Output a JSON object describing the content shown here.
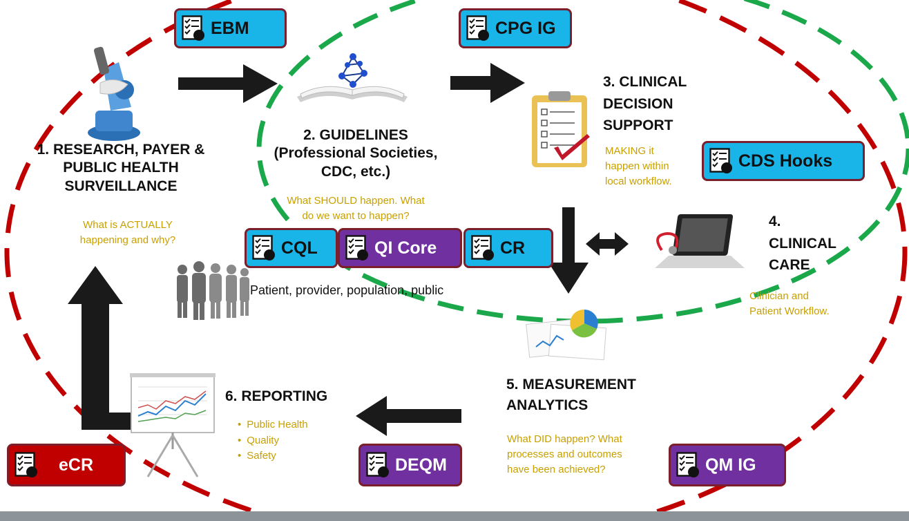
{
  "badges": {
    "ebm": "EBM",
    "cpg_ig": "CPG IG",
    "cds_hooks": "CDS Hooks",
    "cql": "CQL",
    "qi_core": "QI Core",
    "cr": "CR",
    "ecr": "eCR",
    "deqm": "DEQM",
    "qm_ig": "QM IG"
  },
  "steps": {
    "research": {
      "title_lines": [
        "1. RESEARCH, PAYER &",
        "PUBLIC HEALTH",
        "SURVEILLANCE"
      ],
      "note_lines": [
        "What is ACTUALLY",
        "happening and why?"
      ]
    },
    "guidelines": {
      "title_lines": [
        "2. GUIDELINES",
        "(Professional Societies,",
        "CDC, etc.)"
      ],
      "note_lines": [
        "What SHOULD happen. What",
        "do we want to happen?"
      ]
    },
    "cds": {
      "title_lines": [
        "3. CLINICAL",
        "DECISION",
        "SUPPORT"
      ],
      "note_lines": [
        "MAKING it",
        "happen within",
        "local workflow."
      ]
    },
    "care": {
      "title_lines": [
        "4.",
        "CLINICAL",
        "CARE"
      ],
      "note_lines": [
        "Clinician and",
        "Patient Workflow."
      ]
    },
    "measurement": {
      "title_lines": [
        "5. MEASUREMENT",
        "ANALYTICS"
      ],
      "note_lines": [
        "What DID happen? What",
        "processes and outcomes",
        "have been achieved?"
      ]
    },
    "reporting": {
      "title": "6. REPORTING",
      "bullets": [
        "Public Health",
        "Quality",
        "Safety"
      ]
    }
  },
  "population_caption": "Patient, provider, population, public",
  "colors": {
    "blue_badge": "#19b4e8",
    "purple_badge": "#7030a0",
    "red_badge": "#c00000",
    "badge_border": "#7a1f2b",
    "note_text": "#c8a000",
    "red_loop": "#c00000",
    "green_loop": "#1aa84a",
    "arrow": "#1a1a1a"
  },
  "icons": [
    "checklist-icon",
    "microscope-icon",
    "book-molecule-icon",
    "clipboard-check-icon",
    "laptop-stethoscope-icon",
    "people-silhouette-icon",
    "charts-icon",
    "presentation-board-icon"
  ]
}
